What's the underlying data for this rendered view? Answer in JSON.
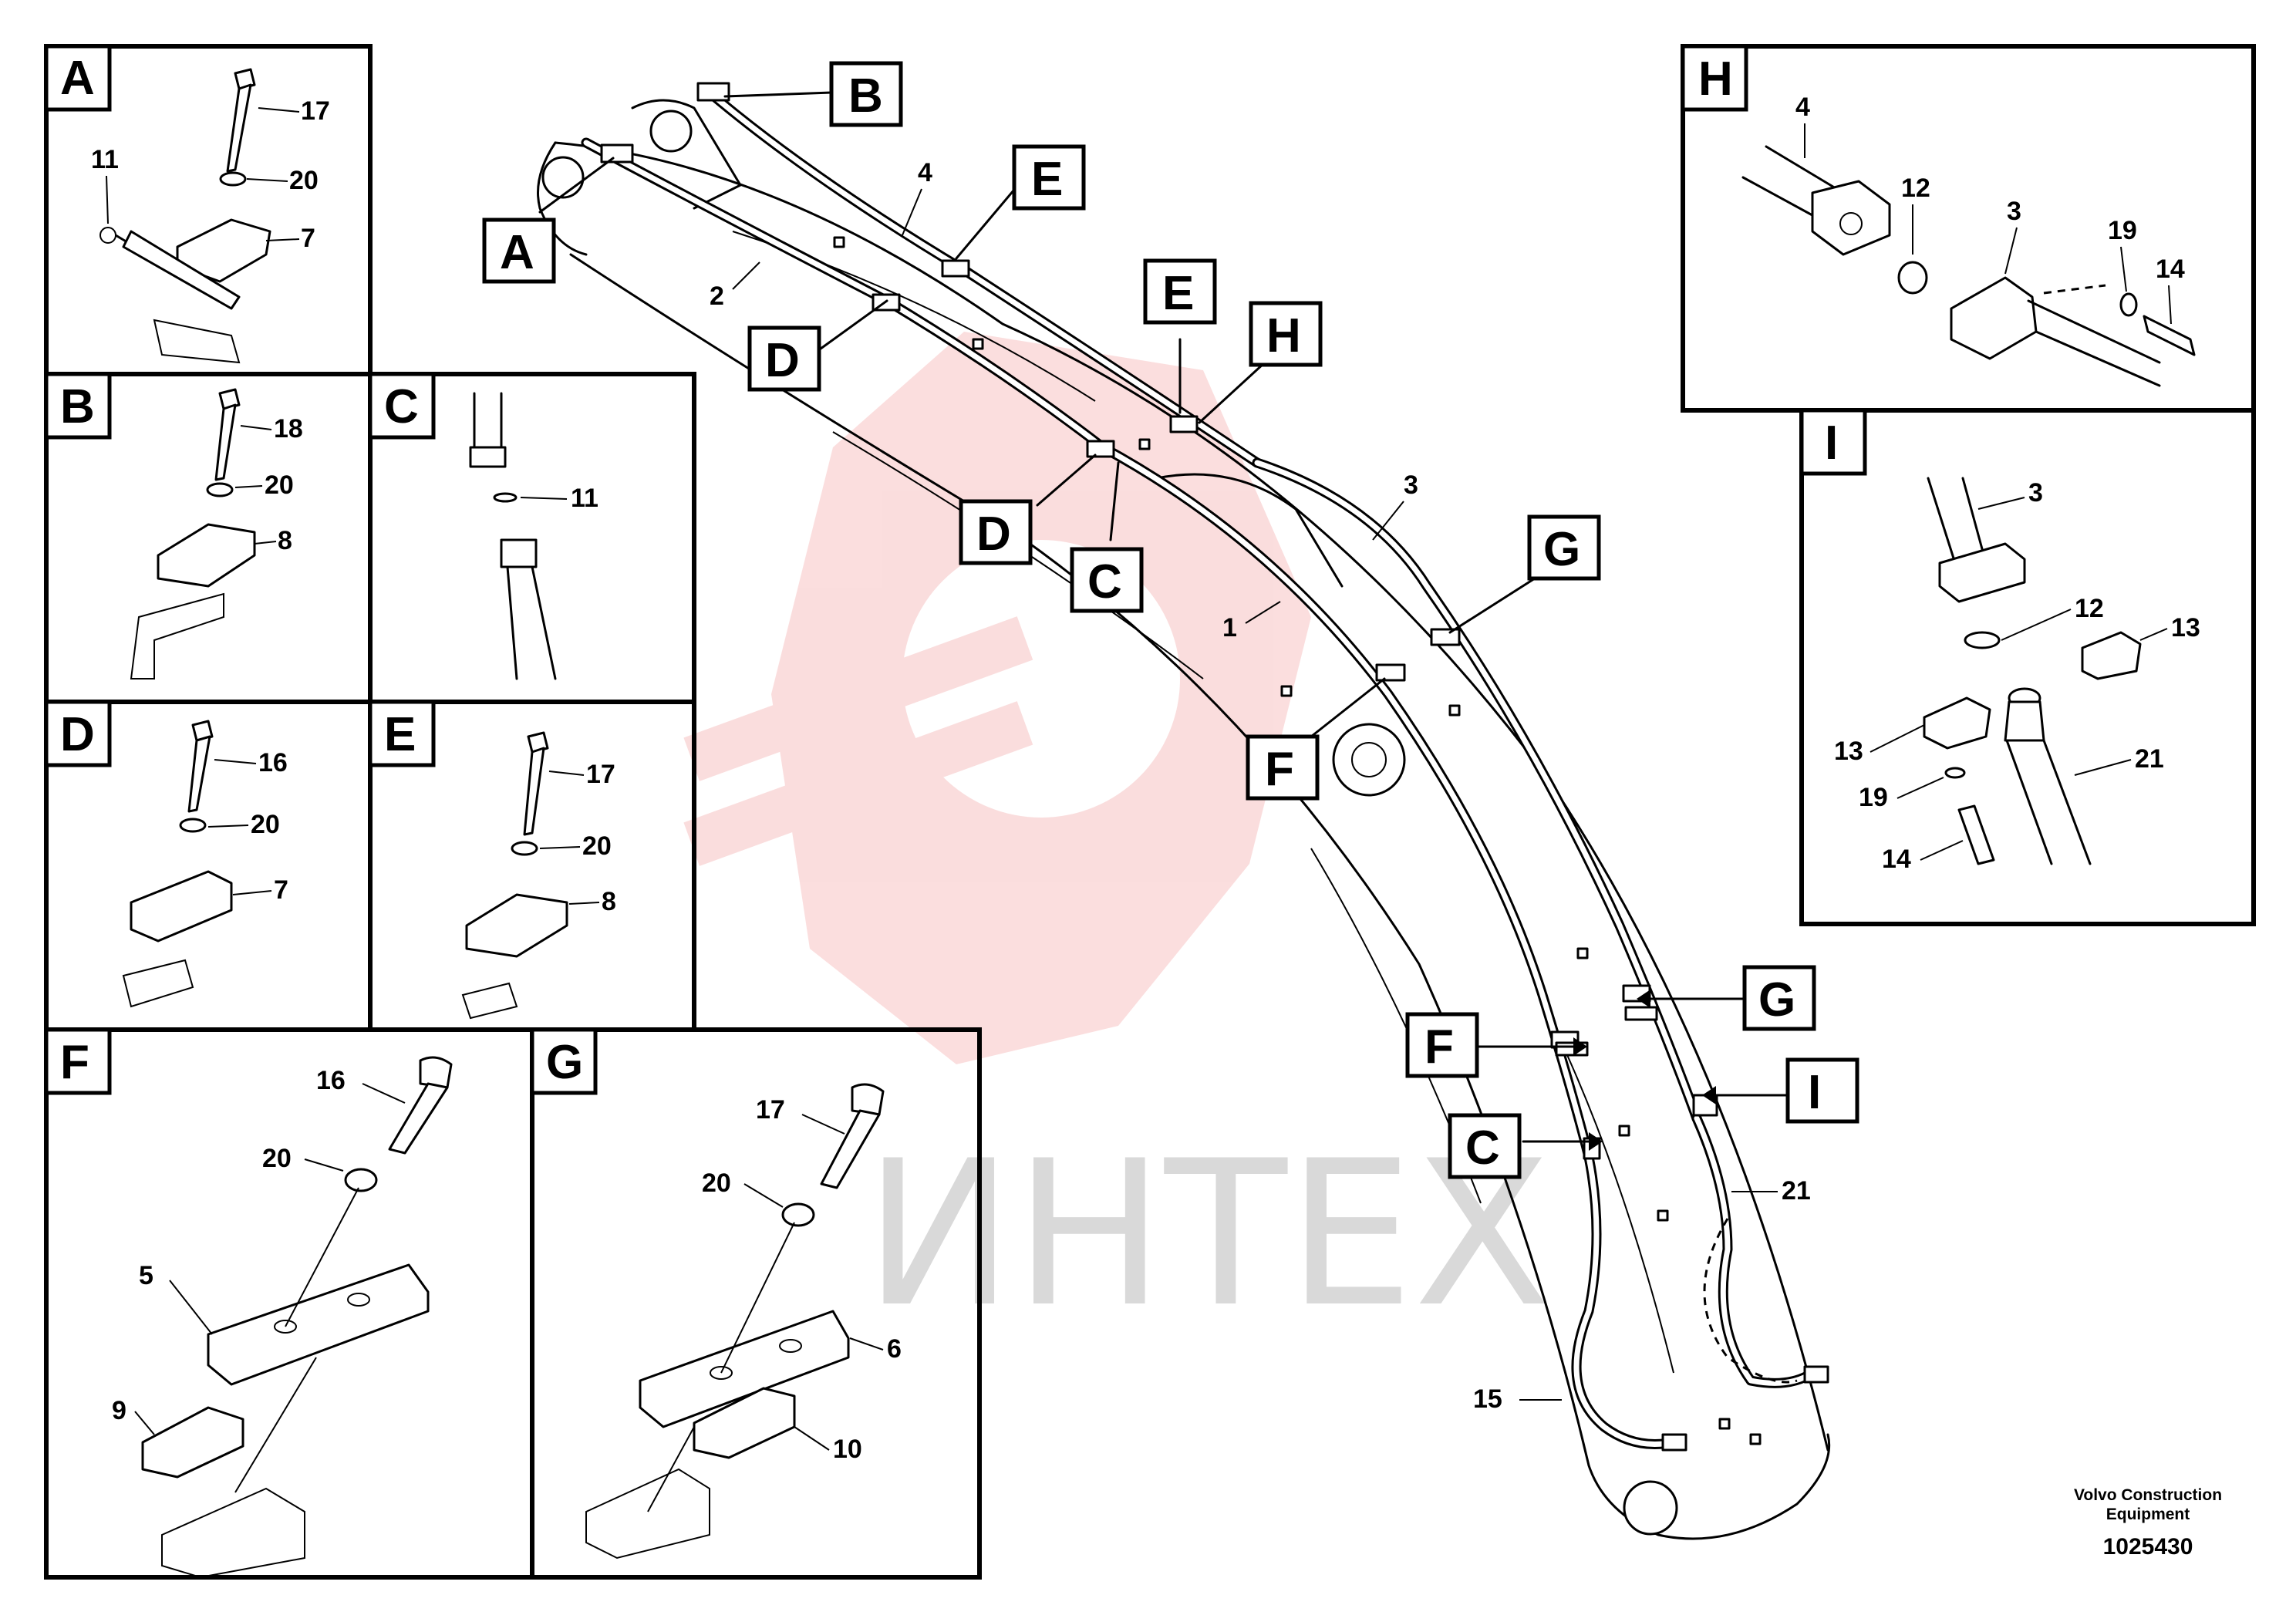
{
  "watermark": {
    "text": "ИНТЕХ",
    "colors": {
      "logo": "#f7c3c3",
      "text": "#d9d9d9"
    }
  },
  "footer": {
    "maker_line1": "Volvo Construction",
    "maker_line2": "Equipment",
    "drawing_number": "1025430"
  },
  "callouts": {
    "A": "A",
    "B": "B",
    "C": "C",
    "D": "D",
    "E": "E",
    "F": "F",
    "G": "G",
    "H": "H",
    "I": "I"
  },
  "main_labels": [
    "1",
    "2",
    "3",
    "4",
    "15",
    "21"
  ],
  "panels": {
    "A": {
      "title": "A",
      "labels": [
        "17",
        "20",
        "7",
        "11"
      ]
    },
    "B": {
      "title": "B",
      "labels": [
        "18",
        "20",
        "8"
      ]
    },
    "C": {
      "title": "C",
      "labels": [
        "11"
      ]
    },
    "D": {
      "title": "D",
      "labels": [
        "16",
        "20",
        "7"
      ]
    },
    "E": {
      "title": "E",
      "labels": [
        "17",
        "20",
        "8"
      ]
    },
    "F": {
      "title": "F",
      "labels": [
        "16",
        "20",
        "5",
        "9"
      ]
    },
    "G": {
      "title": "G",
      "labels": [
        "17",
        "20",
        "6",
        "10"
      ]
    },
    "H": {
      "title": "H",
      "labels": [
        "4",
        "12",
        "3",
        "19",
        "14"
      ]
    },
    "I": {
      "title": "I",
      "labels": [
        "3",
        "12",
        "13",
        "13",
        "21",
        "19",
        "14"
      ]
    }
  }
}
